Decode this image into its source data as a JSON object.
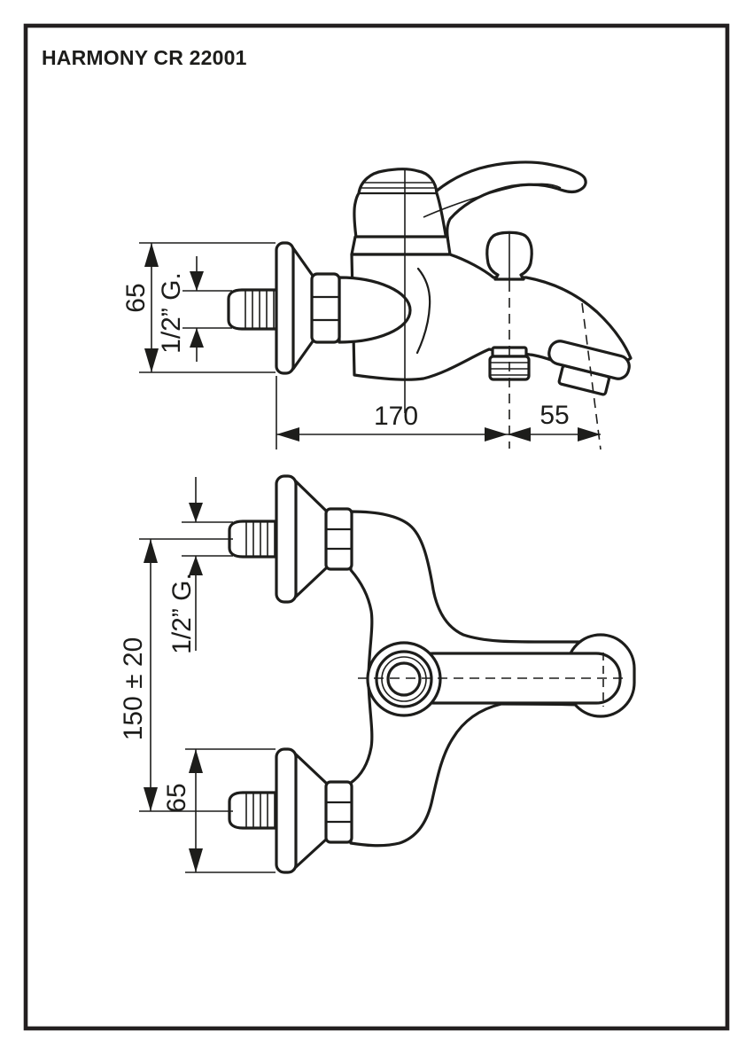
{
  "page": {
    "title": "HARMONY CR 22001",
    "background": "#ffffff",
    "line_color": "#1d1d1b"
  },
  "side_view": {
    "dim_height": "65",
    "dim_thread": "1/2” G.",
    "dim_length": "170",
    "dim_spout": "55"
  },
  "front_view": {
    "dim_centers": "150 ± 20",
    "dim_thread": "1/2” G.",
    "dim_escutcheon": "65"
  }
}
